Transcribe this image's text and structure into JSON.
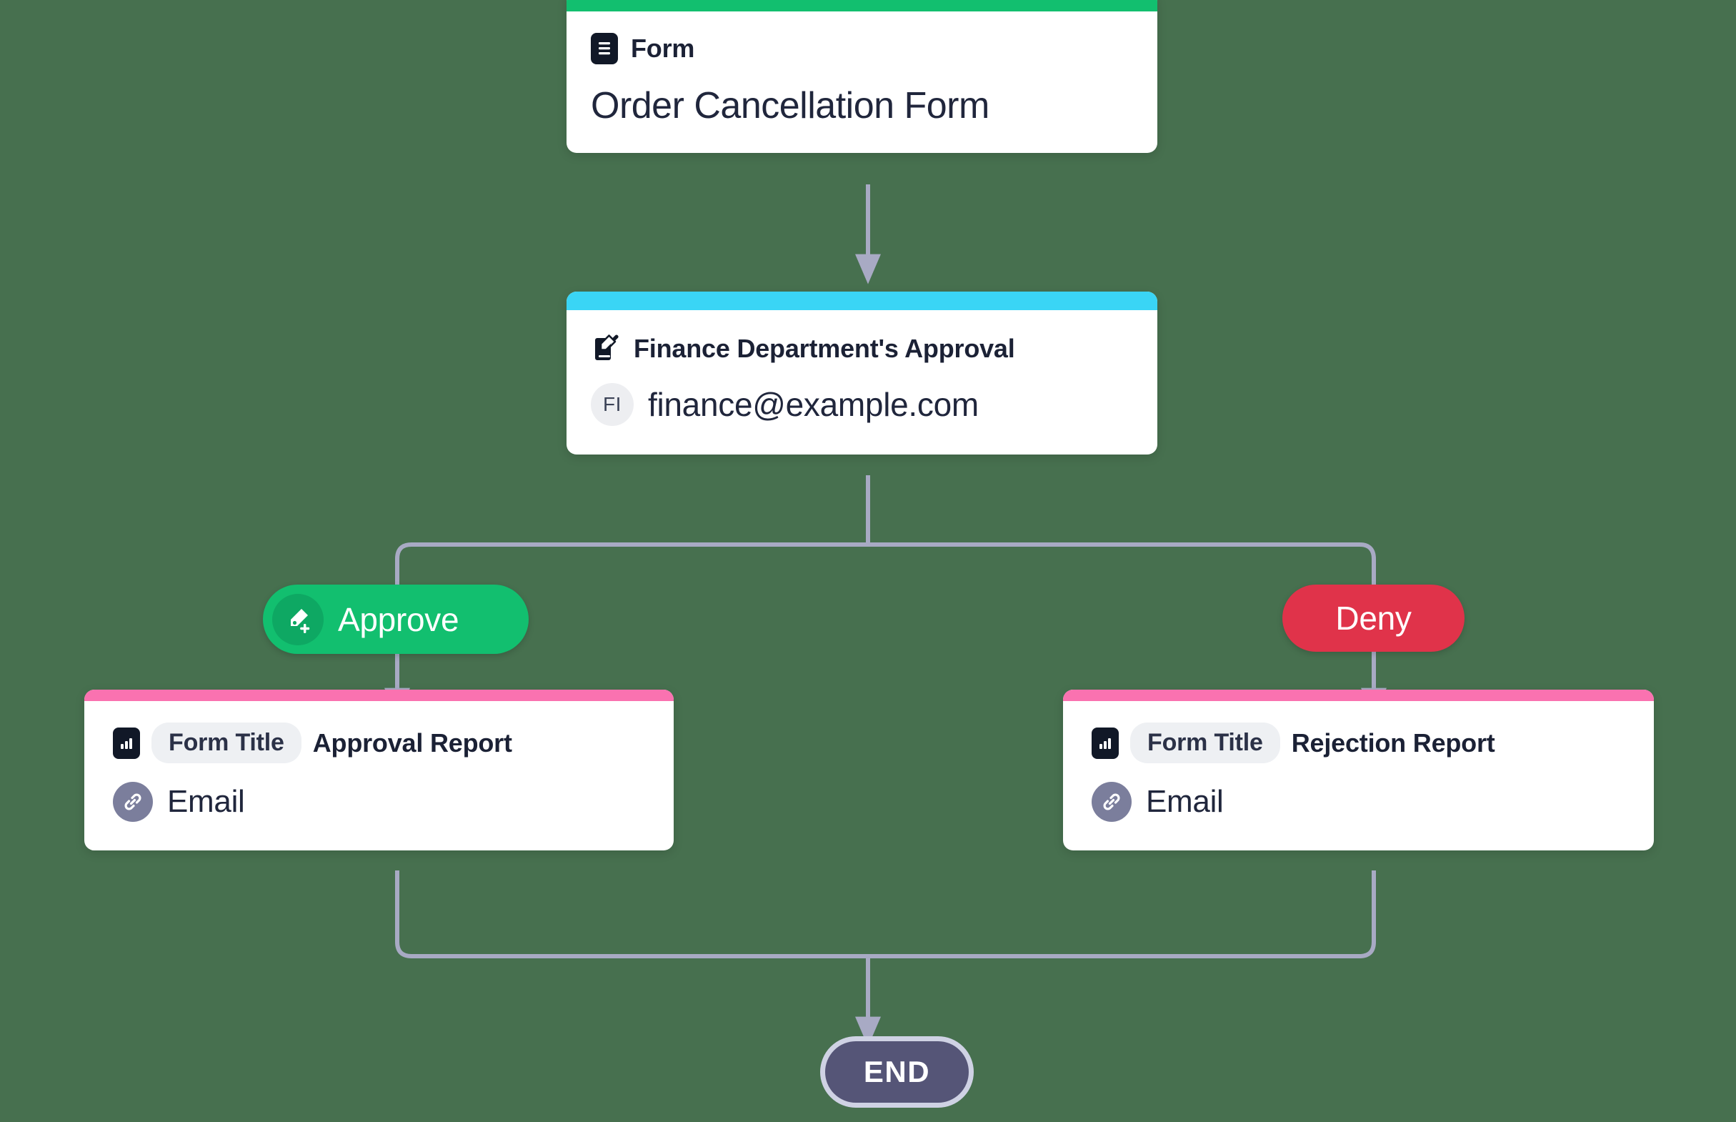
{
  "canvas": {
    "background_color": "#47704f",
    "connector_color": "#a8aac4"
  },
  "workflow": {
    "nodes": [
      {
        "id": "form",
        "kind": "form",
        "accent_color": "#12bf6f",
        "head_icon": "document-lines-icon",
        "head_label": "Form",
        "title": "Order Cancellation Form"
      },
      {
        "id": "approval",
        "kind": "approval",
        "accent_color": "#3ad5f5",
        "head_icon": "document-signature-icon",
        "head_label": "Finance Department's Approval",
        "avatar_initials": "FI",
        "assignee_email": "finance@example.com"
      },
      {
        "id": "approval-report",
        "kind": "report",
        "accent_color": "#fa72b0",
        "head_icon": "bar-chart-icon",
        "chip_label": "Form Title",
        "title": "Approval Report",
        "attachment_icon": "link-icon",
        "attachment_label": "Email"
      },
      {
        "id": "rejection-report",
        "kind": "report",
        "accent_color": "#fa72b0",
        "head_icon": "bar-chart-icon",
        "chip_label": "Form Title",
        "title": "Rejection Report",
        "attachment_icon": "link-icon",
        "attachment_label": "Email"
      }
    ],
    "branches": [
      {
        "id": "approve",
        "label": "Approve",
        "color": "#12bf6f",
        "icon": "signature-add-icon",
        "icon_circle_color": "#0ea863"
      },
      {
        "id": "deny",
        "label": "Deny",
        "color": "#e0334a",
        "icon": null
      }
    ],
    "end_node": {
      "label": "END",
      "fill_color": "#555577",
      "ring_color": "#cfd2e4"
    }
  }
}
